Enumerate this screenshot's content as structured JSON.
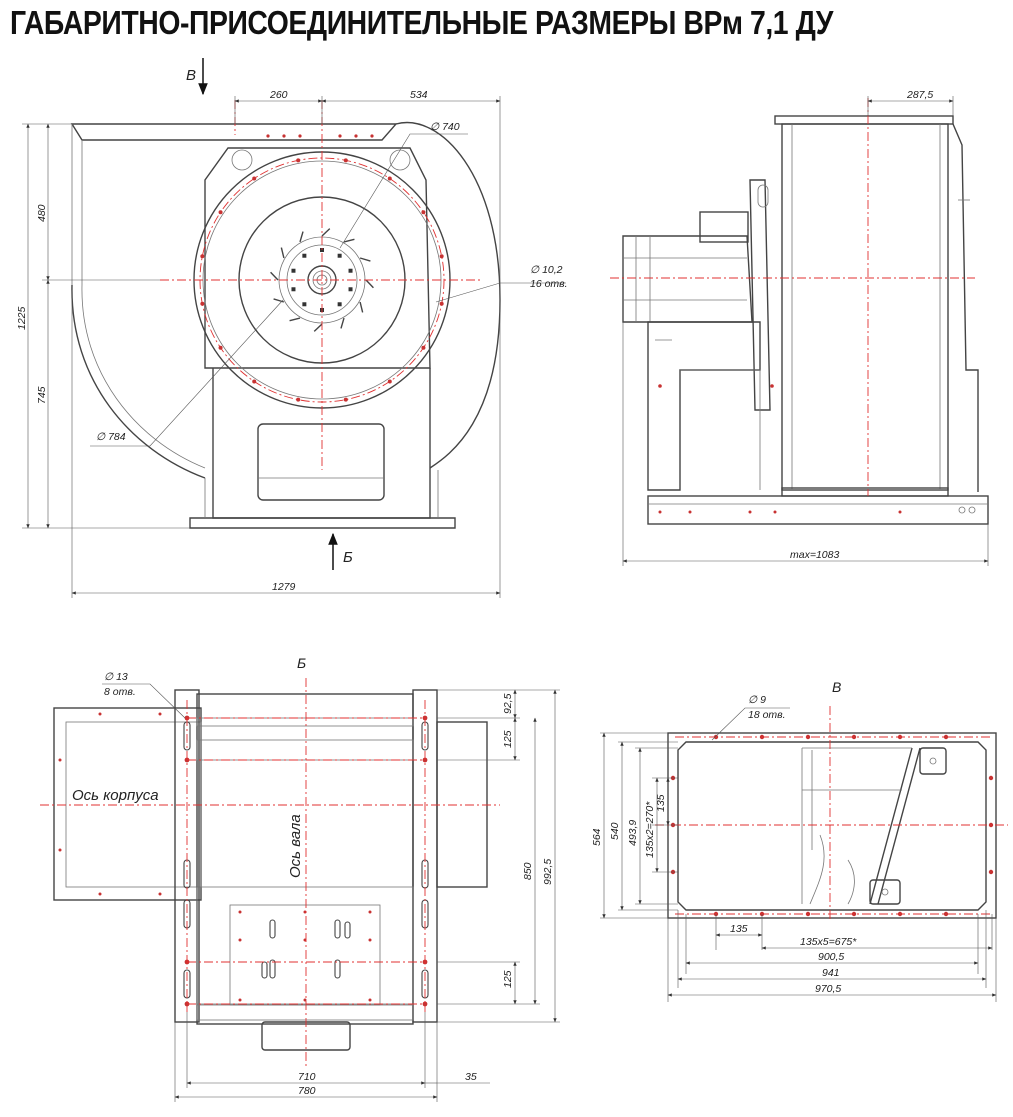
{
  "title": "ГАБАРИТНО-ПРИСОЕДИНИТЕЛЬНЫЕ РАЗМЕРЫ ВРм 7,1 ДУ",
  "views": {
    "front": {
      "arrow_top": "В",
      "arrow_bottom": "Б",
      "dims": {
        "d260": "260",
        "d534": "534",
        "d480": "480",
        "d1225": "1225",
        "d745": "745",
        "d1279": "1279",
        "dia740": "∅ 740",
        "dia784": "∅ 784",
        "hole_dia": "∅ 10,2",
        "hole_count": "16 отв."
      }
    },
    "side": {
      "dims": {
        "d287": "287,5",
        "dmax": "max=1083"
      }
    },
    "bottom": {
      "view_label": "Б",
      "axis_case": "Ось корпуса",
      "axis_shaft": "Ось вала",
      "dims": {
        "hole_dia": "∅ 13",
        "hole_count": "8 отв.",
        "d92": "92,5",
        "d125a": "125",
        "d850": "850",
        "d992": "992,5",
        "d125b": "125",
        "d710": "710",
        "d35": "35",
        "d780": "780"
      }
    },
    "outlet": {
      "view_label": "В",
      "dims": {
        "hole_dia": "∅ 9",
        "hole_count": "18 отв.",
        "d564": "564",
        "d540": "540",
        "d4939": "493,9",
        "d135x2": "135x2=270*",
        "d135v": "135",
        "d135h": "135",
        "d135x5": "135x5=675*",
        "d9005": "900,5",
        "d941": "941",
        "d9705": "970,5"
      }
    }
  }
}
